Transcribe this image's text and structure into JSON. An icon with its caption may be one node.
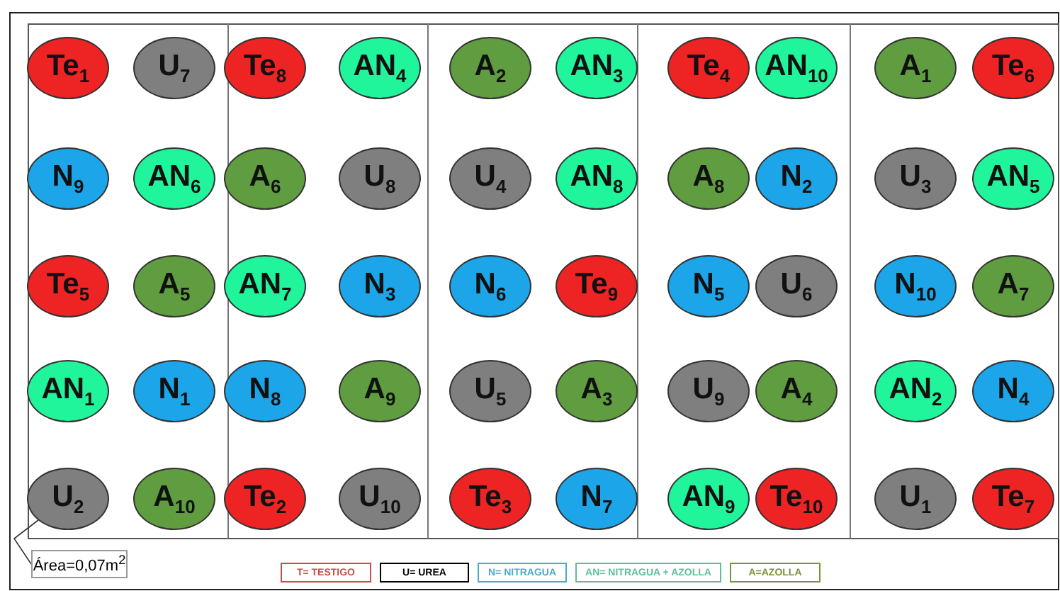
{
  "diagram": {
    "nodes": [
      {
        "text": [
          "Te$_{1}$"
        ]
      },
      {
        "text": [
          "U$_{7}$"
        ]
      },
      {
        "text": [
          "Te$_{8}$"
        ]
      },
      {
        "text": [
          "AN$_{4}$"
        ]
      },
      {
        "text": [
          "A$_{2}$"
        ]
      },
      {
        "text": [
          "AN$_{3}$"
        ]
      },
      {
        "text": [
          "Te$_{4}$"
        ]
      },
      {
        "text": [
          "AN$_{10}$"
        ]
      },
      {
        "text": [
          "A$_{1}$"
        ]
      },
      {
        "text": [
          "Te$_{6}$"
        ]
      },
      {
        "text": [
          "N$_{9}$"
        ]
      },
      {
        "text": [
          "AN$_{6}$"
        ]
      },
      {
        "text": [
          "A$_{6}$"
        ]
      },
      {
        "text": [
          "U$_{8}$"
        ]
      },
      {
        "text": [
          "U$_{4}$"
        ]
      },
      {
        "text": [
          "AN$_{8}$"
        ]
      },
      {
        "text": [
          "A$_{8}$"
        ]
      },
      {
        "text": [
          "N$_{2}$"
        ]
      },
      {
        "text": [
          "U$_{3}$"
        ]
      },
      {
        "text": [
          "AN$_{5}$"
        ]
      },
      {
        "text": [
          "Te$_{5}$"
        ]
      },
      {
        "text": [
          "A$_{5}$"
        ]
      },
      {
        "text": [
          "AN$_{7}$"
        ]
      },
      {
        "text": [
          "N$_{3}$"
        ]
      },
      {
        "text": [
          "N$_{6}$"
        ]
      },
      {
        "text": [
          "Te$_{9}$"
        ]
      },
      {
        "text": [
          "N$_{5}$"
        ]
      },
      {
        "text": [
          "U$_{6}$"
        ]
      },
      {
        "text": [
          "N$_{10}$"
        ]
      },
      {
        "text": [
          "A$_{7}$"
        ]
      },
      {
        "text": [
          "AN$_{1}$"
        ]
      },
      {
        "text": [
          "N$_{1}$"
        ]
      },
      {
        "text": [
          "N$_{8}$"
        ]
      },
      {
        "text": [
          "A$_{9}$"
        ]
      },
      {
        "text": [
          "U$_{5}$"
        ]
      },
      {
        "text": [
          "A$_{3}$"
        ]
      },
      {
        "text": [
          "U$_{9}$"
        ]
      },
      {
        "text": [
          "A$_{4}$"
        ]
      },
      {
        "text": [
          "AN$_{2}$"
        ]
      },
      {
        "text": [
          "N$_{4}$"
        ]
      },
      {
        "text": [
          "U$_{2}$"
        ]
      },
      {
        "text": [
          "A$_{10}$"
        ]
      },
      {
        "text": [
          "Te$_{2}$"
        ]
      },
      {
        "text": [
          "U$_{10}$"
        ]
      },
      {
        "text": [
          "Te$_{3}$"
        ]
      },
      {
        "text": [
          "N$_{7}$"
        ]
      },
      {
        "text": [
          "AN$_{9}$"
        ]
      },
      {
        "text": [
          "Te$_{10}$"
        ]
      },
      {
        "text": [
          "U$_{1}$"
        ]
      },
      {
        "text": [
          "Te$_{7}$"
        ]
      },
      {
        "text": [
          "Área=0,07m$^{2}$"
        ]
      }
    ],
    "edges": [
      {
        "from": 50,
        "to": 40,
        "arrow": "none"
      }
    ],
    "legend": [
      {
        "text": "T= TESTIGO",
        "color": "#c0504d"
      },
      {
        "text": "U= UREA",
        "color": "#000000"
      },
      {
        "text": "N= NITRAGUA",
        "color": "#4bacc6"
      },
      {
        "text": "AN= NITRAGUA + AZOLLA",
        "color": "#5fbf9a"
      },
      {
        "text": "A=AZOLLA",
        "color": "#77933c"
      }
    ]
  }
}
